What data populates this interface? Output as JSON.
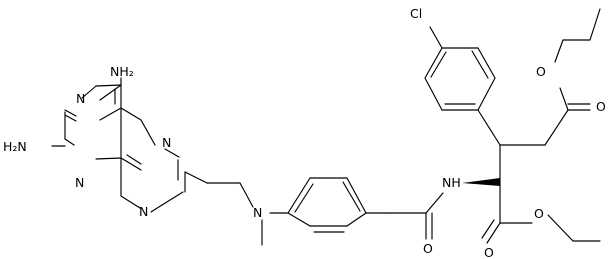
{
  "molecule": {
    "atoms": [
      {
        "id": "nh2_top",
        "text": "NH₂"
      },
      {
        "id": "h2n_left",
        "text": "H₂N"
      },
      {
        "id": "n_pt_top",
        "text": "N"
      },
      {
        "id": "n_pt_bottom",
        "text": "N"
      },
      {
        "id": "n_pz_top",
        "text": "N"
      },
      {
        "id": "n_pz_bottom",
        "text": "N"
      },
      {
        "id": "n_methyl",
        "text": "N"
      },
      {
        "id": "nh_amide",
        "text": "NH"
      },
      {
        "id": "o_amide",
        "text": "O"
      },
      {
        "id": "cl",
        "text": "Cl"
      },
      {
        "id": "o_ester_top_single",
        "text": "O"
      },
      {
        "id": "o_ester_top_double",
        "text": "O"
      },
      {
        "id": "o_ester_bottom_double",
        "text": "O"
      },
      {
        "id": "o_ester_bottom_single",
        "text": "O"
      }
    ]
  }
}
